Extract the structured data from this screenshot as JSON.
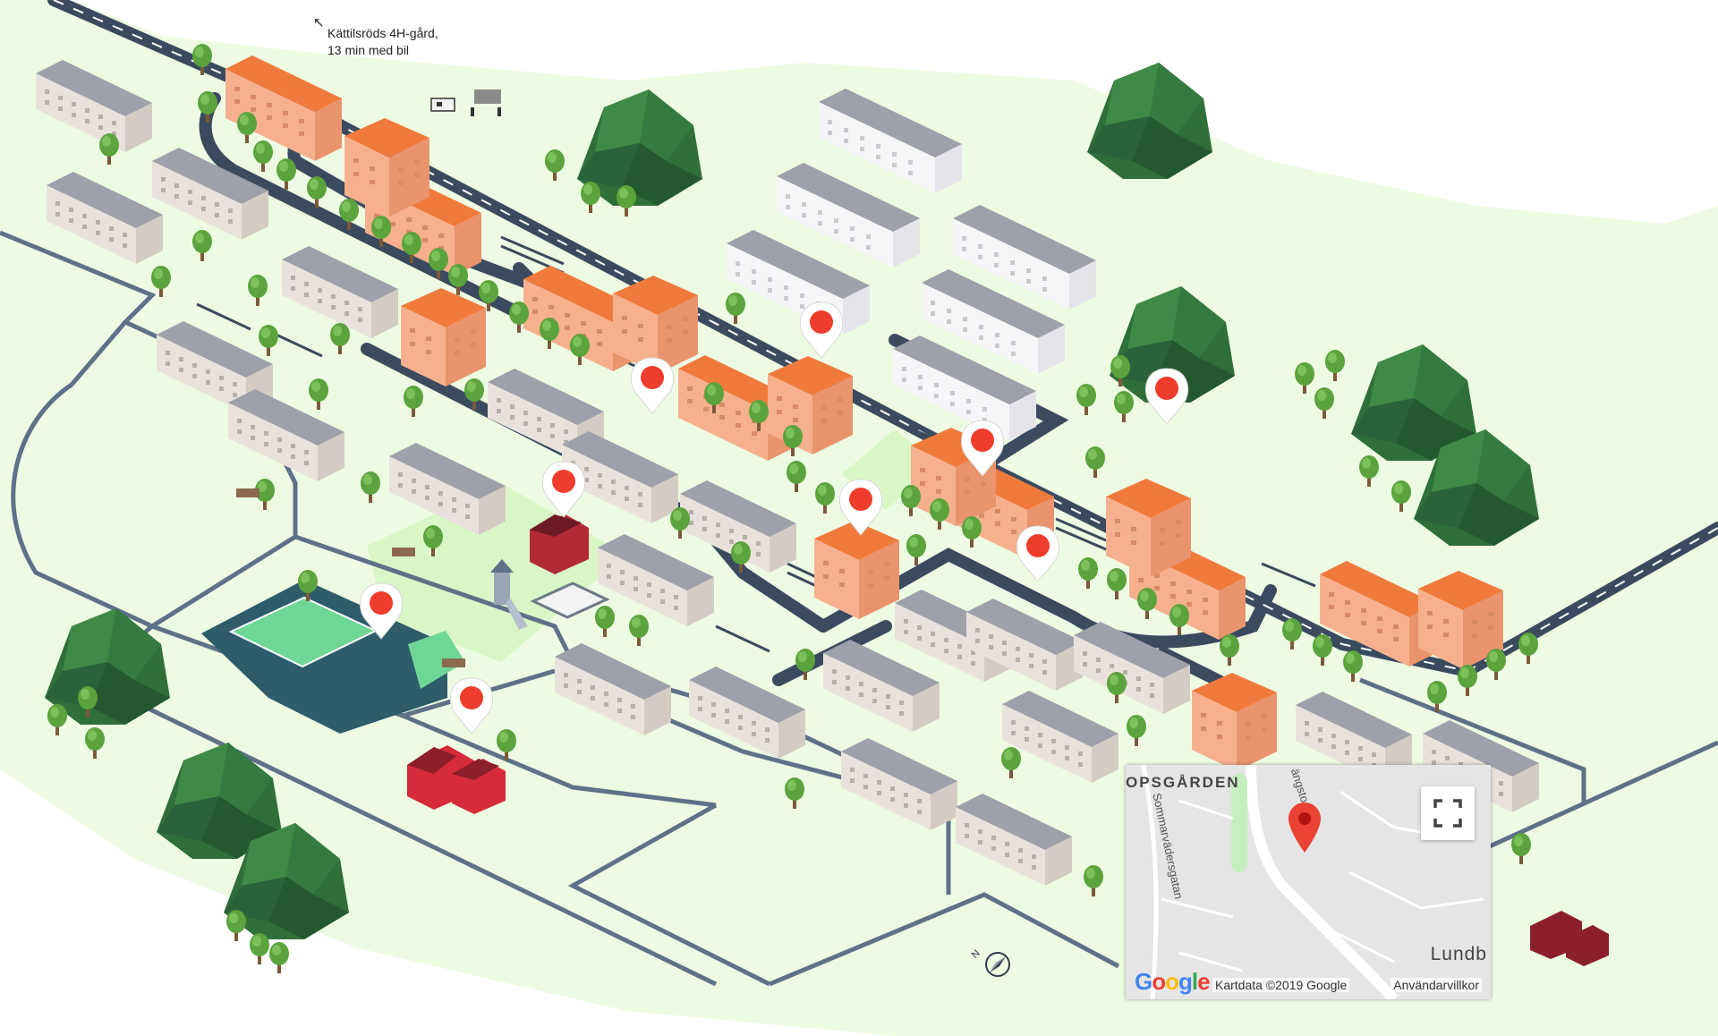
{
  "annotation": {
    "line1": "Kättilsröds 4H-gård,",
    "line2": "13 min med bil"
  },
  "map_inset": {
    "area_name": "OPSGÅRDEN",
    "street_1": "Sommarvädersgatan",
    "street_2": "ängsto gatan",
    "town_name": "Lundb",
    "logo": "Google",
    "copyright": "Kartdata ©2019 Google",
    "terms": "Användarvillkor",
    "fullscreen_icon": "fullscreen-icon",
    "pin_icon": "map-pin-icon"
  },
  "colors": {
    "ground": "#eefbe3",
    "road": "#3a4a5f",
    "building_gray": "#e9e2dc",
    "roof_gray": "#9ea0aa",
    "building_orange": "#f2a07a",
    "roof_orange": "#f07a3c",
    "tree": "#5ba33c",
    "forest": "#2f6f3a",
    "pin": "#ee3d2c",
    "water": "#2e5c6b",
    "field": "#6fd796"
  },
  "compass_label": "N"
}
